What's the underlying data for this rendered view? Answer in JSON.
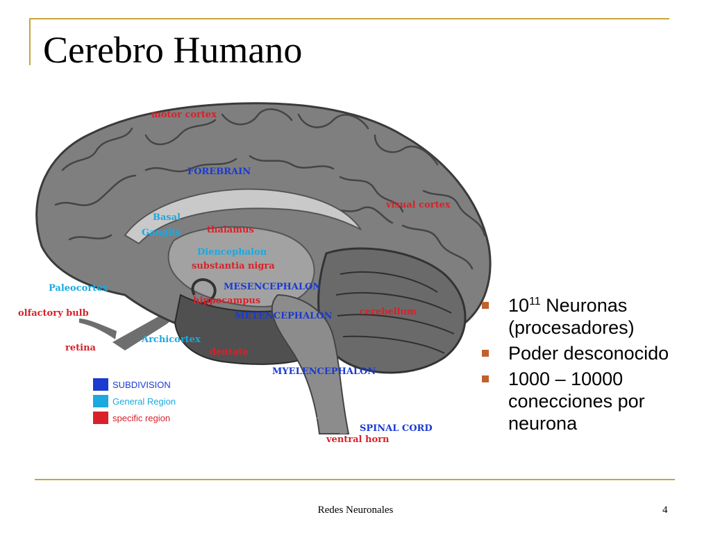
{
  "slide": {
    "title": "Cerebro Humano",
    "bullets": [
      {
        "pre": "10",
        "sup": "11",
        "post": " Neuronas (procesadores)"
      },
      {
        "pre": "Poder desconocido",
        "sup": "",
        "post": ""
      },
      {
        "pre": "1000 – 10000 conecciones por neurona",
        "sup": "",
        "post": ""
      }
    ]
  },
  "figure": {
    "labels": {
      "motor_cortex": "motor cortex",
      "forebrain": "FOREBRAIN",
      "basal": "Basal",
      "ganglia": "Ganglia",
      "thalamus": "thalamus",
      "diencephalon": "Diencephalon",
      "substantia_nigra": "substantia nigra",
      "visual_cortex": "visual cortex",
      "paleocortex": "Paleocortex",
      "mesencephalon": "MESENCEPHALON",
      "hippocampus": "hippocampus",
      "olfactory_bulb": "olfactory bulb",
      "metencephalon": "METENCEPHALON",
      "cerebellum": "cerebellum",
      "retina": "retina",
      "archicortex": "Archicortex",
      "dentate": "dentate",
      "myelencephalon": "MYELENCEPHALON",
      "spinal_cord": "SPINAL CORD",
      "ventral_horn": "ventral horn"
    },
    "legend": [
      {
        "label": "SUBDIVISION",
        "color": "#1a3ad0"
      },
      {
        "label": "General Region",
        "color": "#1ba9e0"
      },
      {
        "label": "specific region",
        "color": "#d8212a"
      }
    ]
  },
  "footer": {
    "title": "Redes Neuronales",
    "page": "4"
  }
}
